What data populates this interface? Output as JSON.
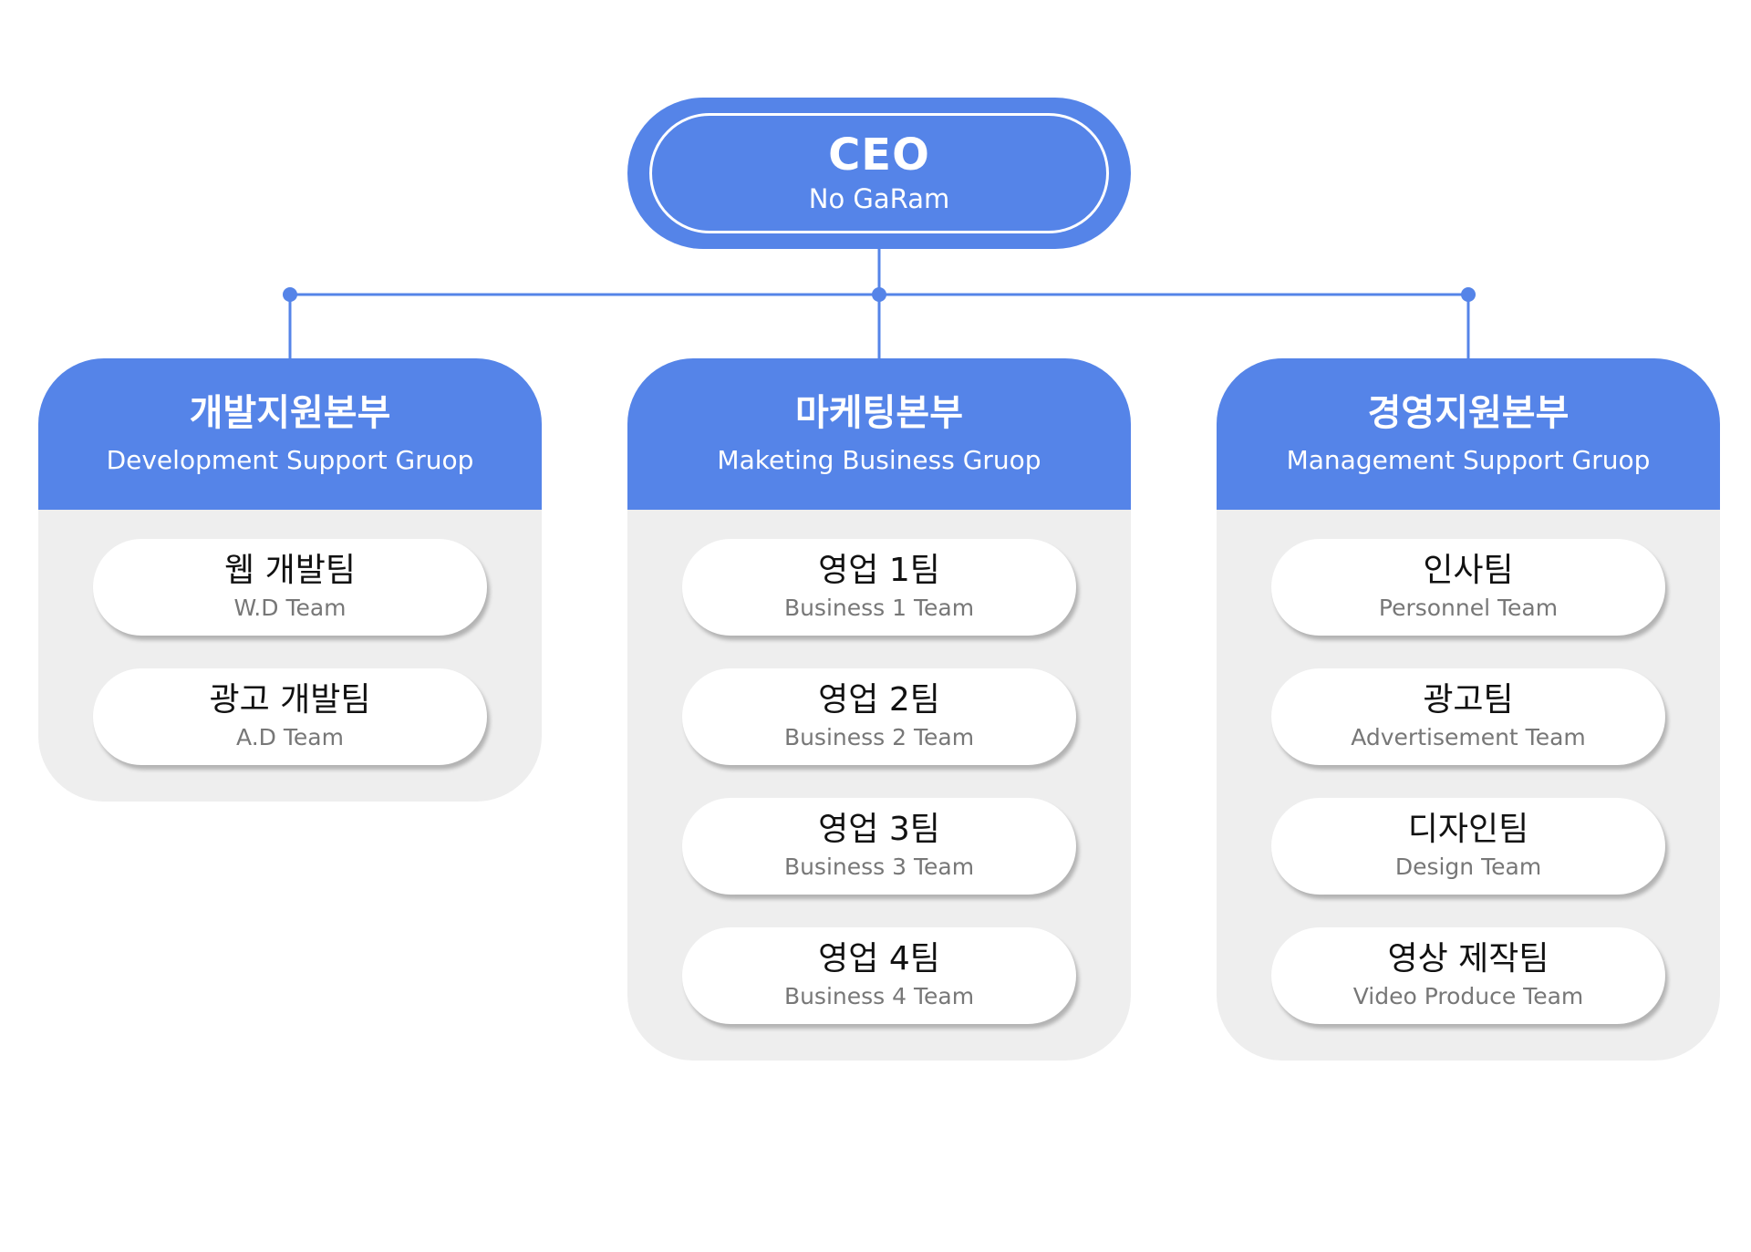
{
  "colors": {
    "primary": "#5584e8",
    "panel": "#eeeeee",
    "card": "#ffffff",
    "team_name": "#111111",
    "team_subtitle": "#777777"
  },
  "ceo": {
    "title": "CEO",
    "name": "No GaRam"
  },
  "groups": [
    {
      "title_ko": "개발지원본부",
      "title_en": "Development Support Gruop",
      "teams": [
        {
          "ko": "웹 개발팀",
          "en": "W.D Team"
        },
        {
          "ko": "광고 개발팀",
          "en": "A.D Team"
        }
      ]
    },
    {
      "title_ko": "마케팅본부",
      "title_en": "Maketing Business Gruop",
      "teams": [
        {
          "ko": "영업 1팀",
          "en": "Business 1 Team"
        },
        {
          "ko": "영업 2팀",
          "en": "Business 2 Team"
        },
        {
          "ko": "영업 3팀",
          "en": "Business 3 Team"
        },
        {
          "ko": "영업 4팀",
          "en": "Business 4 Team"
        }
      ]
    },
    {
      "title_ko": "경영지원본부",
      "title_en": "Management Support Gruop",
      "teams": [
        {
          "ko": "인사팀",
          "en": "Personnel Team"
        },
        {
          "ko": "광고팀",
          "en": "Advertisement Team"
        },
        {
          "ko": "디자인팀",
          "en": "Design Team"
        },
        {
          "ko": "영상 제작팀",
          "en": "Video Produce Team"
        }
      ]
    }
  ]
}
